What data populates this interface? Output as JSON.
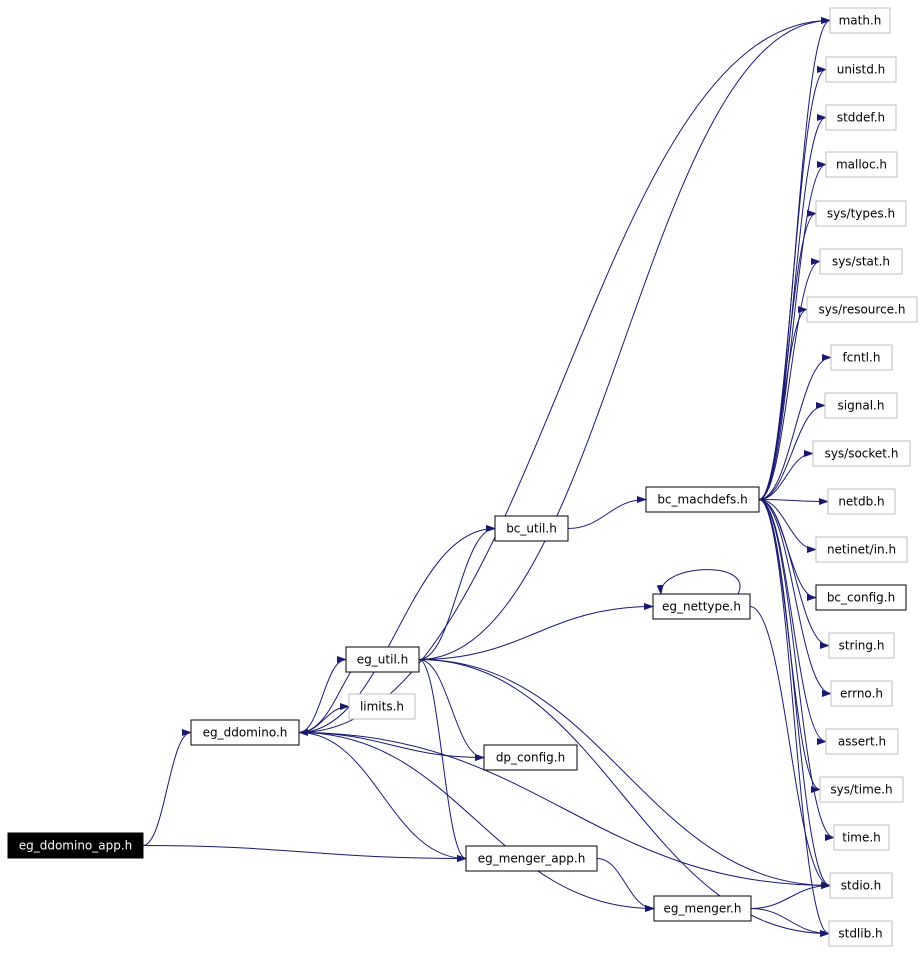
{
  "graph": {
    "edge_color": "#191970",
    "nodes": [
      {
        "id": "root",
        "label": "eg_ddomino_app.h",
        "style": "root"
      },
      {
        "id": "eg_ddomino",
        "label": "eg_ddomino.h",
        "style": "doc"
      },
      {
        "id": "eg_util",
        "label": "eg_util.h",
        "style": "doc"
      },
      {
        "id": "limits",
        "label": "limits.h",
        "style": "ext"
      },
      {
        "id": "dp_config",
        "label": "dp_config.h",
        "style": "doc"
      },
      {
        "id": "eg_menger_app",
        "label": "eg_menger_app.h",
        "style": "doc"
      },
      {
        "id": "eg_menger",
        "label": "eg_menger.h",
        "style": "doc"
      },
      {
        "id": "bc_util",
        "label": "bc_util.h",
        "style": "doc"
      },
      {
        "id": "bc_machdefs",
        "label": "bc_machdefs.h",
        "style": "doc"
      },
      {
        "id": "eg_nettype",
        "label": "eg_nettype.h",
        "style": "doc"
      },
      {
        "id": "math",
        "label": "math.h",
        "style": "ext"
      },
      {
        "id": "unistd",
        "label": "unistd.h",
        "style": "ext"
      },
      {
        "id": "stddef",
        "label": "stddef.h",
        "style": "ext"
      },
      {
        "id": "malloc",
        "label": "malloc.h",
        "style": "ext"
      },
      {
        "id": "sys_types",
        "label": "sys/types.h",
        "style": "ext"
      },
      {
        "id": "sys_stat",
        "label": "sys/stat.h",
        "style": "ext"
      },
      {
        "id": "sys_resource",
        "label": "sys/resource.h",
        "style": "ext"
      },
      {
        "id": "fcntl",
        "label": "fcntl.h",
        "style": "ext"
      },
      {
        "id": "signal",
        "label": "signal.h",
        "style": "ext"
      },
      {
        "id": "sys_socket",
        "label": "sys/socket.h",
        "style": "ext"
      },
      {
        "id": "netdb",
        "label": "netdb.h",
        "style": "ext"
      },
      {
        "id": "netinet_in",
        "label": "netinet/in.h",
        "style": "ext"
      },
      {
        "id": "bc_config",
        "label": "bc_config.h",
        "style": "doc"
      },
      {
        "id": "string",
        "label": "string.h",
        "style": "ext"
      },
      {
        "id": "errno",
        "label": "errno.h",
        "style": "ext"
      },
      {
        "id": "assert",
        "label": "assert.h",
        "style": "ext"
      },
      {
        "id": "sys_time",
        "label": "sys/time.h",
        "style": "ext"
      },
      {
        "id": "time",
        "label": "time.h",
        "style": "ext"
      },
      {
        "id": "stdio",
        "label": "stdio.h",
        "style": "ext"
      },
      {
        "id": "stdlib",
        "label": "stdlib.h",
        "style": "ext"
      }
    ],
    "edges": [
      [
        "root",
        "eg_ddomino"
      ],
      [
        "root",
        "eg_menger_app"
      ],
      [
        "eg_ddomino",
        "eg_util"
      ],
      [
        "eg_ddomino",
        "limits"
      ],
      [
        "eg_ddomino",
        "dp_config"
      ],
      [
        "eg_ddomino",
        "eg_menger_app"
      ],
      [
        "eg_ddomino",
        "eg_menger"
      ],
      [
        "eg_ddomino",
        "math"
      ],
      [
        "eg_ddomino",
        "stdio"
      ],
      [
        "eg_ddomino",
        "bc_util"
      ],
      [
        "eg_util",
        "eg_ddomino"
      ],
      [
        "eg_util",
        "bc_util"
      ],
      [
        "eg_util",
        "eg_nettype"
      ],
      [
        "eg_util",
        "dp_config"
      ],
      [
        "eg_util",
        "eg_menger_app"
      ],
      [
        "eg_util",
        "stdio"
      ],
      [
        "eg_util",
        "stdlib"
      ],
      [
        "eg_util",
        "math"
      ],
      [
        "bc_util",
        "bc_machdefs"
      ],
      [
        "eg_nettype",
        "eg_nettype"
      ],
      [
        "eg_nettype",
        "stdio"
      ],
      [
        "eg_menger_app",
        "eg_menger"
      ],
      [
        "eg_menger",
        "stdio"
      ],
      [
        "eg_menger",
        "stdlib"
      ],
      [
        "bc_machdefs",
        "math"
      ],
      [
        "bc_machdefs",
        "unistd"
      ],
      [
        "bc_machdefs",
        "stddef"
      ],
      [
        "bc_machdefs",
        "malloc"
      ],
      [
        "bc_machdefs",
        "sys_types"
      ],
      [
        "bc_machdefs",
        "sys_stat"
      ],
      [
        "bc_machdefs",
        "sys_resource"
      ],
      [
        "bc_machdefs",
        "fcntl"
      ],
      [
        "bc_machdefs",
        "signal"
      ],
      [
        "bc_machdefs",
        "sys_socket"
      ],
      [
        "bc_machdefs",
        "netdb"
      ],
      [
        "bc_machdefs",
        "netinet_in"
      ],
      [
        "bc_machdefs",
        "bc_config"
      ],
      [
        "bc_machdefs",
        "string"
      ],
      [
        "bc_machdefs",
        "errno"
      ],
      [
        "bc_machdefs",
        "assert"
      ],
      [
        "bc_machdefs",
        "sys_time"
      ],
      [
        "bc_machdefs",
        "time"
      ],
      [
        "bc_machdefs",
        "stdio"
      ],
      [
        "bc_machdefs",
        "stdlib"
      ]
    ]
  }
}
